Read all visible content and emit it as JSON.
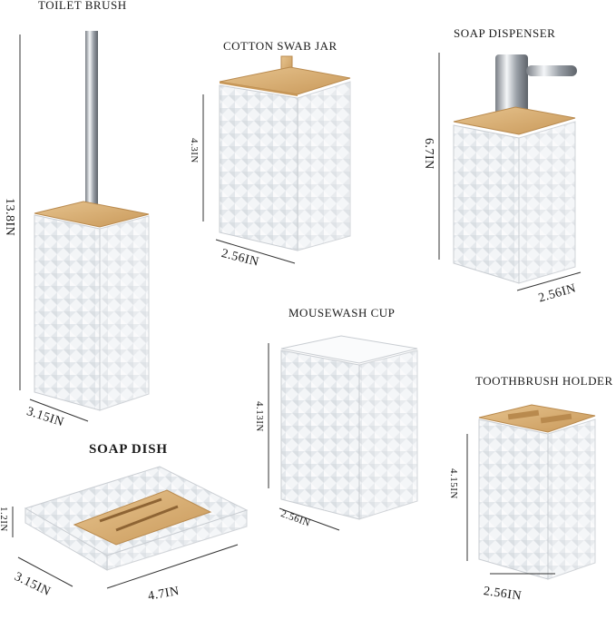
{
  "labels": {
    "toilet_brush": "TOILET BRUSH",
    "cotton_swab_jar": "COTTON SWAB JAR",
    "soap_dispenser": "SOAP DISPENSER",
    "mousewash_cup": "MOUSEWASH CUP",
    "toothbrush_holder": "TOOTHBRUSH HOLDER",
    "soap_dish": "SOAP DISH"
  },
  "dimensions": {
    "toilet_brush_height": "13.8IN",
    "toilet_brush_width": "3.15IN",
    "cotton_swab_height": "4.3IN",
    "cotton_swab_width": "2.56IN",
    "soap_dispenser_height": "6.7IN",
    "soap_dispenser_width": "2.56IN",
    "mousewash_height": "4.13IN",
    "mousewash_width": "2.56IN",
    "toothbrush_height": "4.15IN",
    "toothbrush_width": "2.56IN",
    "soap_dish_height": "1.2IN",
    "soap_dish_depth": "3.15IN",
    "soap_dish_length": "4.7IN"
  },
  "colors": {
    "bamboo": "#d9b27a",
    "bamboo_dark": "#b98a4e",
    "glass": "#f1f3f5",
    "glass_edge": "#c9cdd2",
    "chrome": "#b8bcc2",
    "line": "#333333"
  }
}
